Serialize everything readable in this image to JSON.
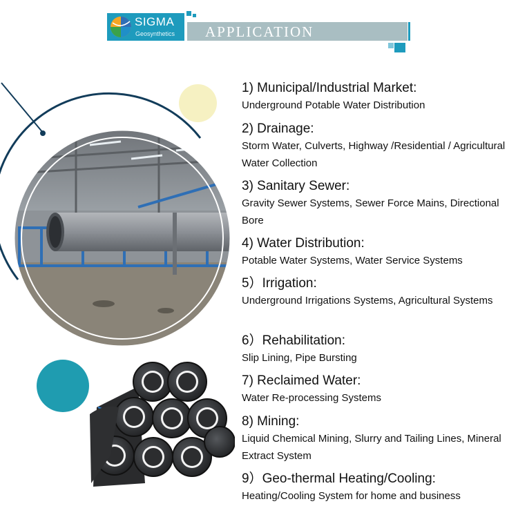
{
  "header": {
    "logo_name": "SIGMA",
    "logo_sub": "Geosynthetics",
    "banner_title": "APPLICATION"
  },
  "colors": {
    "brand_teal": "#1e9bbd",
    "banner_gray": "#a9bec2",
    "accent_yellow": "#f6f1c2",
    "dark_navy": "#123c5a"
  },
  "images": {
    "factory": "factory-pipe-production-photo",
    "pipes": "black-hdpe-pipe-stack-photo"
  },
  "applications": [
    {
      "title": "1)  Municipal/Industrial Market:",
      "desc": "Underground Potable Water Distribution"
    },
    {
      "title": "2)  Drainage:",
      "desc": "Storm Water, Culverts, Highway /Residential / Agricultural Water Collection"
    },
    {
      "title": "3)  Sanitary Sewer:",
      "desc": "Gravity Sewer Systems, Sewer Force Mains, Directional Bore"
    },
    {
      "title": "4)  Water Distribution:",
      "desc": "Potable Water Systems, Water Service Systems"
    },
    {
      "title": "5）Irrigation:",
      "desc": "Underground Irrigations Systems, Agricultural Systems"
    },
    {
      "title": "6）Rehabilitation:",
      "desc": "Slip Lining, Pipe Bursting"
    },
    {
      "title": "7)  Reclaimed Water:",
      "desc": "Water Re-processing Systems"
    },
    {
      "title": "8)  Mining:",
      "desc": "Liquid Chemical Mining, Slurry and Tailing Lines, Mineral Extract System"
    },
    {
      "title": "9）Geo-thermal Heating/Cooling:",
      "desc": "Heating/Cooling System for home and business"
    }
  ]
}
